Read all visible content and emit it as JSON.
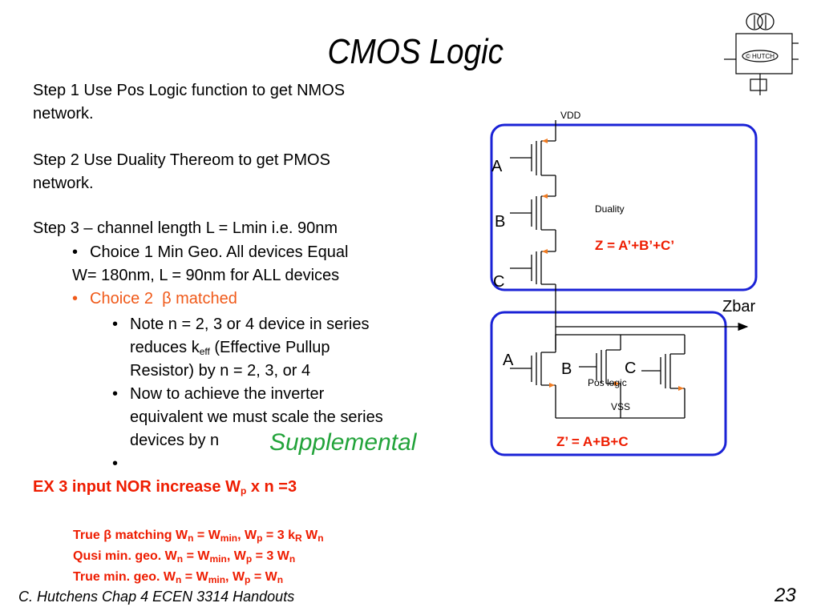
{
  "slide": {
    "title": "CMOS Logic",
    "footer": "C. Hutchens Chap 4 ECEN 3314 Handouts",
    "page_number": "23",
    "supplemental": "Supplemental"
  },
  "steps": {
    "step1_line1": "Step 1 Use Pos Logic function to get NMOS",
    "step1_line2": "network.",
    "step2_line1": "Step 2 Use Duality Thereom to get PMOS",
    "step2_line2": "network.",
    "step3": "Step 3 – channel length L = Lmin i.e. 90nm",
    "choice1_line1": "Choice 1 Min Geo. All devices Equal",
    "choice1_line2": "W= 180nm, L = 90nm for ALL devices",
    "choice2_prefix": "Choice 2",
    "choice2_beta": "β",
    "choice2_suffix": "matched",
    "note_line1": "Note n = 2, 3 or 4 device in series",
    "note_line2_a": "reduces k",
    "note_line2_sub": "eff",
    "note_line2_b": " (Effective Pullup",
    "note_line3": "Resistor) by n = 2, 3, or 4",
    "now_line1": "Now to achieve the inverter",
    "now_line2": "equivalent we must scale the series",
    "now_line3": "devices by n"
  },
  "example": {
    "heading_a": "EX 3 input NOR increase W",
    "heading_sub": "p",
    "heading_b": "  x  n =3",
    "true_beta": {
      "a": "True ",
      "beta": "β",
      "b": " matching  W",
      "s1": "n",
      "c": "  = W",
      "s2": "min",
      "d": ", W",
      "s3": "p",
      "e": " = 3 k",
      "s4": "R",
      "f": " W",
      "s5": "n"
    },
    "qusi": {
      "a": "Qusi min. geo. W",
      "s1": "n",
      "b": "  = W",
      "s2": "min",
      "c": ", W",
      "s3": "p",
      "d": " = 3 W",
      "s4": "n"
    },
    "true_min": {
      "a": "True min. geo. W",
      "s1": "n",
      "b": "  = W",
      "s2": "min",
      "c": ", W",
      "s3": "p",
      "d": " =  W",
      "s4": "n"
    }
  },
  "circuit": {
    "vdd": "VDD",
    "vss": "VSS",
    "zbar": "Zbar",
    "duality": "Duality",
    "pos_logic": "Pos logic",
    "pmos_eq": "Z = A’+B’+C’",
    "nmos_eq": "Z’ = A+B+C",
    "labels": {
      "a_top": "A",
      "b_top": "B",
      "c_top": "C",
      "a_bot": "A",
      "b_bot": "B",
      "c_bot": "C"
    },
    "logo_text": "© HUTCH",
    "colors": {
      "box": "#1a22d6",
      "arrow": "#f07a20",
      "eq": "#ee1c00"
    }
  }
}
